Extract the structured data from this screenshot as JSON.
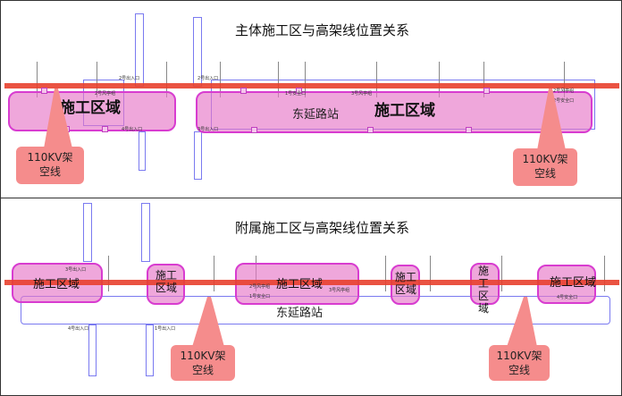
{
  "top_panel": {
    "title": "主体施工区与高架线位置关系",
    "zone_labels": [
      "施工区域",
      "施工区域"
    ],
    "station": "东延路站",
    "callouts": [
      "110KV架空线",
      "110KV架空线"
    ],
    "small_labels": [
      "2号出入口",
      "2号出入口",
      "4号出入口",
      "3号出入口",
      "2号风亭组",
      "1号安全口",
      "3号风亭组",
      "2号风亭组",
      "2号安全口"
    ]
  },
  "bottom_panel": {
    "title": "附属施工区与高架线位置关系",
    "zone_labels": [
      "施工区域",
      "施工区域",
      "施工区域",
      "施工区域",
      "施工区域",
      "施工区域"
    ],
    "station": "东延路站",
    "callouts": [
      "110KV架空线",
      "110KV架空线"
    ],
    "small_labels": [
      "3号出入口",
      "2号风亭组",
      "1号安全口",
      "3号风亭组",
      "4号出入口",
      "1号出入口",
      "4号安全口"
    ]
  },
  "colors": {
    "overhead_line": "#e8402e",
    "zone_fill": "#e678c8",
    "zone_border": "#d83cd0",
    "structure": "#7a7af0",
    "callout": "#f58c8c"
  }
}
